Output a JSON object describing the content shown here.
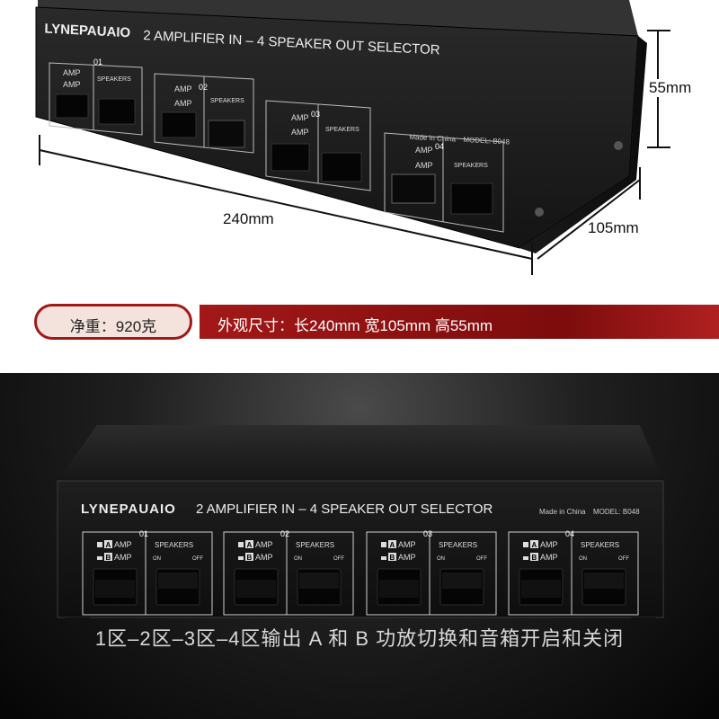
{
  "top_device": {
    "brand": "LYNEPAUAIO",
    "title": "2 AMPLIFIER IN – 4 SPEAKER OUT SELECTOR",
    "made_in": "Made in China",
    "model": "MODEL: B048"
  },
  "dimensions": {
    "height": "55mm",
    "width": "240mm",
    "depth": "105mm"
  },
  "weight_label": "净重：920克",
  "spec_label": "外观尺寸：长240mm  宽105mm  高55mm",
  "bottom_device": {
    "brand": "LYNEPAUAIO",
    "title": "2 AMPLIFIER IN – 4 SPEAKER OUT SELECTOR",
    "made_in": "Made in China",
    "model": "MODEL: B048"
  },
  "zones": [
    {
      "number": "01",
      "a_amp": "AMP",
      "b_amp": "AMP",
      "speakers": "SPEAKERS",
      "on": "ON",
      "off": "OFF"
    },
    {
      "number": "02",
      "a_amp": "AMP",
      "b_amp": "AMP",
      "speakers": "SPEAKERS",
      "on": "ON",
      "off": "OFF"
    },
    {
      "number": "03",
      "a_amp": "AMP",
      "b_amp": "AMP",
      "speakers": "SPEAKERS",
      "on": "ON",
      "off": "OFF"
    },
    {
      "number": "04",
      "a_amp": "AMP",
      "b_amp": "AMP",
      "speakers": "SPEAKERS",
      "on": "ON",
      "off": "OFF"
    }
  ],
  "letters": {
    "a": "A",
    "b": "B"
  },
  "caption": "1区–2区–3区–4区输出 A 和 B 功放切换和音箱开启和关闭"
}
